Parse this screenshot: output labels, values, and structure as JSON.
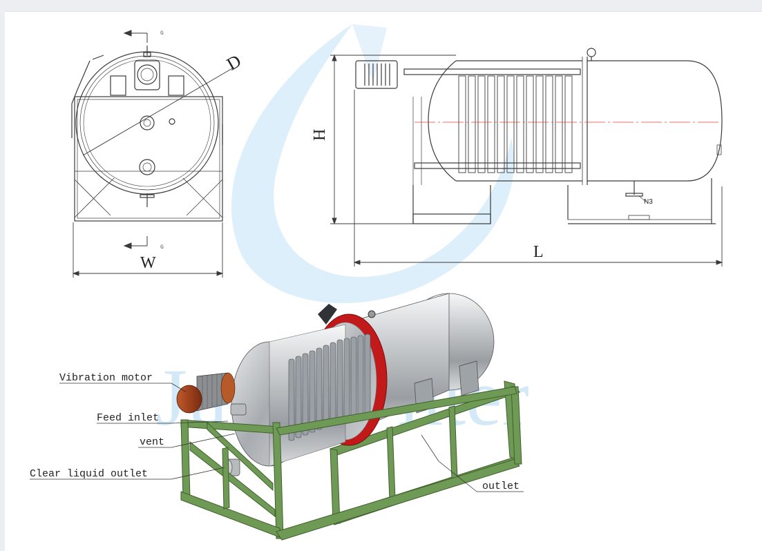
{
  "drawing": {
    "dimensions": {
      "diameter": "D",
      "width": "W",
      "height": "H",
      "length": "L"
    },
    "section_marker": "G",
    "nozzle_tag": "N3"
  },
  "callouts": {
    "vibration_motor": "Vibration motor",
    "feed_inlet": "Feed inlet",
    "vent": "vent",
    "clear_liquid_outlet": "Clear liquid outlet",
    "outlet": "outlet"
  },
  "watermark": {
    "text": "Junyi Filter"
  },
  "colors": {
    "line": "#3a3a3a",
    "frame": "#6f9a55",
    "flange": "#c21a1a",
    "watermark": "#9fd0f0",
    "centerline": "#e0443b"
  }
}
